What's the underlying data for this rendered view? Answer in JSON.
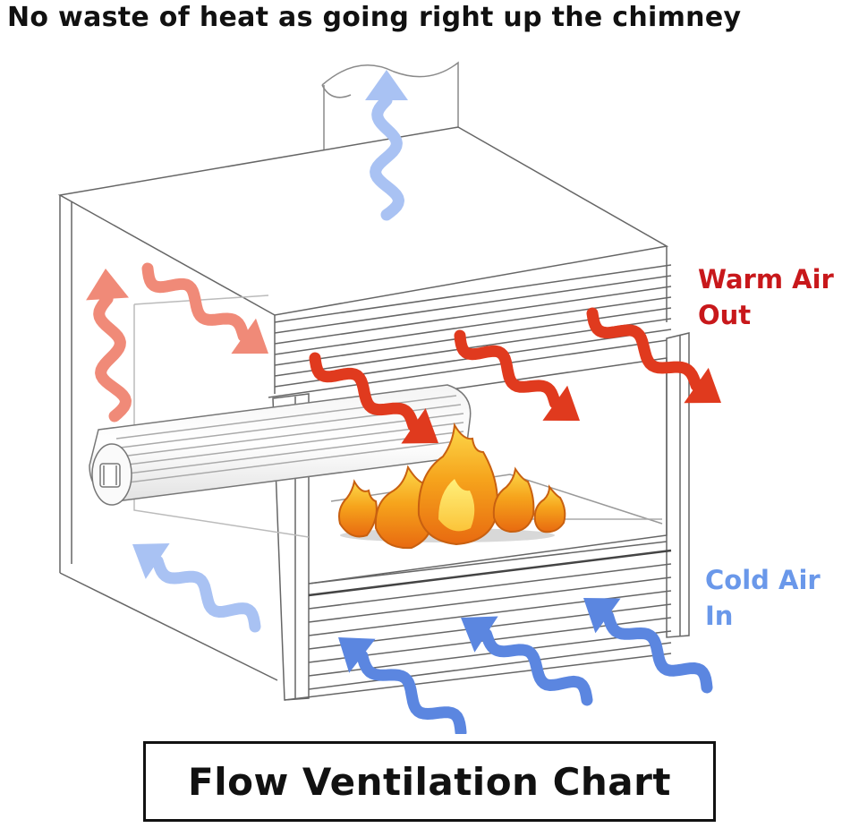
{
  "headline": "No waste of heat as going right up the chimney",
  "labels": {
    "warm": {
      "line1": "Warm Air",
      "line2": "Out"
    },
    "cold": {
      "line1": "Cold Air",
      "line2": "In"
    }
  },
  "caption": "Flow Ventilation Chart",
  "colors": {
    "warm_air": "#e03a1e",
    "warm_air_faded": "#f08a78",
    "cold_air": "#5b86e0",
    "cold_air_faded": "#a9c2f3",
    "label_warm": "#c8181b",
    "label_cold": "#6a98ea",
    "flame_outer": "#f0a020",
    "flame_inner": "#fde04a",
    "outline": "#666666"
  },
  "icons": [
    "chimney-pipe",
    "fireplace-insert",
    "blower-fan",
    "flame",
    "wavy-arrow"
  ]
}
